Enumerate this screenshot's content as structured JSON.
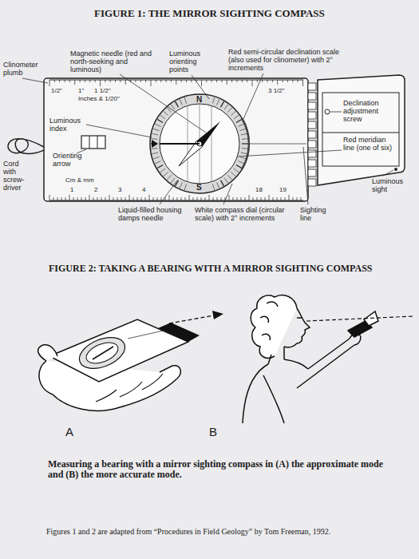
{
  "diagram": {
    "title": "FIGURE 1: THE MIRROR SIGHTING COMPASS",
    "caption": "Measuring a bearing with a mirror sighting compass in (A) the approximate mode and (B) the more accurate mode.",
    "labels": [
      "Clinometer plumb",
      "Magnetic needle (red and north-seeking and luminous)",
      "Luminous orienting points",
      "Red semi-circular declination scale (also used for clinometer) with 2° increments",
      "1/2\"",
      "1\"",
      "1 1/2\"",
      "Inches & 1/20\"",
      "3 1/2\"",
      "N",
      "Luminous index",
      "Declination adjustment screw",
      "Orienting arrow",
      "Red meridian line (one of six)",
      "Cord with screw-driver",
      "S",
      "Cm & mm",
      "1",
      "2",
      "3",
      "4",
      "18",
      "19",
      "Luminous sight",
      "Liquid-filled housing damps needle",
      "White compass dial (circular scale) with 2° increments",
      "Sighting line",
      "FIGURE 2: TAKING A BEARING WITH A MIRROR SIGHTING COMPASS",
      "A",
      "B",
      "Figures 1 and 2 are adapted from “Procedures in Field Geology” by Tom Freeman, 1992."
    ]
  }
}
